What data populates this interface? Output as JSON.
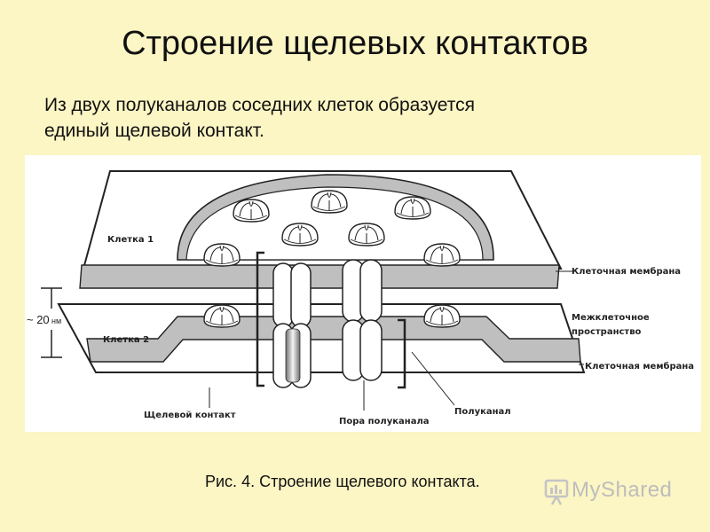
{
  "slide": {
    "title": "Строение щелевых контактов",
    "subtitle_line1": "Из двух полуканалов соседних клеток образуется",
    "subtitle_line2": "единый щелевой контакт.",
    "caption": "Рис. 4. Строение щелевого контакта."
  },
  "diagram": {
    "labels": {
      "cell1": "Клетка 1",
      "cell2": "Клетка 2",
      "membrane_top": "Клеточная мембрана",
      "membrane_bottom": "Клеточная мембрана",
      "intercellular_line1": "Межклеточное",
      "intercellular_line2": "пространство",
      "gap_junction": "Щелевой контакт",
      "pore": "Пора полуканала",
      "hemichannel": "Полуканал",
      "distance_value": "~ 20",
      "distance_unit": "нм"
    }
  },
  "watermark": {
    "text": "MyShared"
  },
  "colors": {
    "background": "#FCF5C4",
    "membrane": "#BFBFBF",
    "outline": "#222222"
  }
}
